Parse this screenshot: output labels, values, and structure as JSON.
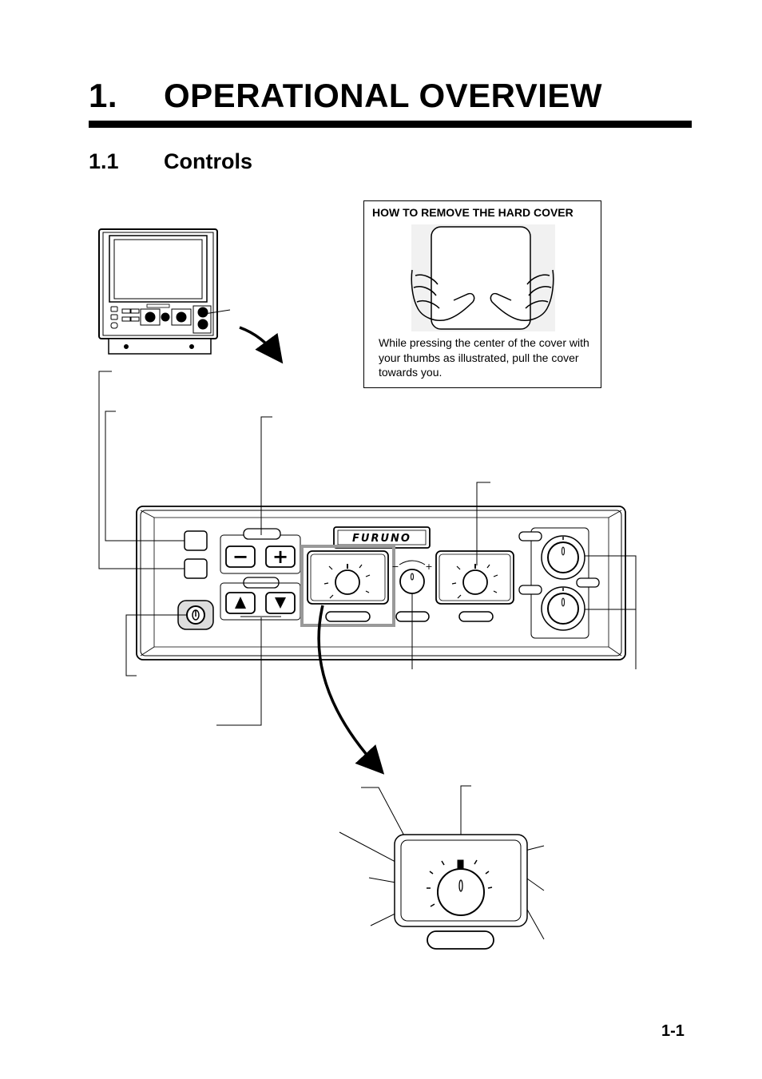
{
  "chapter": {
    "number": "1.",
    "title": "OPERATIONAL OVERVIEW"
  },
  "section": {
    "number": "1.1",
    "title": "Controls"
  },
  "cover_note": {
    "title": "HOW TO REMOVE THE HARD COVER",
    "text": "While pressing the center of the cover with your thumbs as illustrated, pull the cover towards you."
  },
  "panel": {
    "brand": "FURUNO",
    "minus_sign": "−",
    "plus_sign": "+"
  },
  "page_number": "1-1"
}
